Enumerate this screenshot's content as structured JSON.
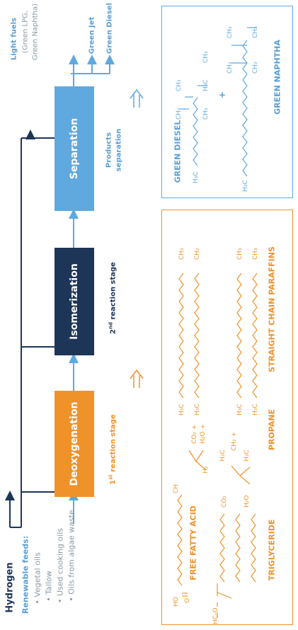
{
  "hydrogen_label": "Hydrogen",
  "feeds": {
    "title": "Renewable feeds:",
    "items": [
      "• Vegetal oils",
      "• Tallow",
      "• Used cooking oils",
      "• Oils from algae waste"
    ]
  },
  "steps": [
    {
      "label": "Deoxygenation",
      "color": "#f0922a",
      "stage_label": "1st reaction stage",
      "stage_num": "1",
      "stage_sup": "st",
      "stage_rest": " reaction stage"
    },
    {
      "label": "Isomerization",
      "color": "#1d3557",
      "stage_label": "2nd reaction stage",
      "stage_num": "2",
      "stage_sup": "nd",
      "stage_rest": " reaction stage"
    },
    {
      "label": "Separation",
      "color": "#5fa9df",
      "stage_label": "Products separation",
      "stage_line1": "Products",
      "stage_line2": "separation"
    }
  ],
  "outputs": {
    "light_fuels": "Light fuels",
    "light_fuels_detail_1": "(Green LPG,",
    "light_fuels_detail_2": "Green Naphtha)",
    "green_jet": "Green Jet",
    "green_diesel": "Green Diesel"
  },
  "orange_panel": {
    "free_fatty_acid": "FREE FATTY ACID",
    "triglyceride": "TRIGLYCERIDE",
    "propane": "PROPANE",
    "paraffins": "STRAIGHT CHAIN PARAFFINS",
    "plus": "+"
  },
  "blue_panel": {
    "green_diesel": "GREEN DIESEL",
    "green_naphtha": "GREEN NAPHTHA",
    "plus": "+"
  },
  "colors": {
    "navy": "#1d3557",
    "blue": "#5fa9df",
    "orange": "#f0922a",
    "gray": "#8a99a6"
  }
}
